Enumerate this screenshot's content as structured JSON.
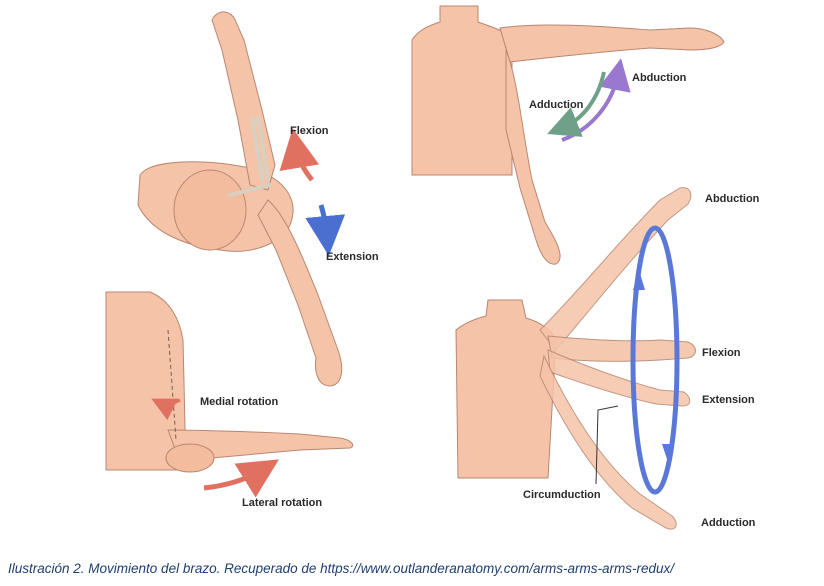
{
  "figure": {
    "panel_flexion_extension": {
      "flexion_label": "Flexion",
      "extension_label": "Extension",
      "flexion_arrow_color": "#e07060",
      "extension_arrow_color": "#4a6fd0"
    },
    "panel_abduction_adduction": {
      "abduction_label": "Abduction",
      "adduction_label": "Adduction",
      "abduction_arrow_color": "#9a78d0",
      "adduction_arrow_color": "#6fa08a"
    },
    "panel_rotation": {
      "medial_label": "Medial rotation",
      "lateral_label": "Lateral rotation",
      "arrow_color": "#e07060"
    },
    "panel_circumduction": {
      "abduction_label": "Abduction",
      "flexion_label": "Flexion",
      "extension_label": "Extension",
      "circumduction_label": "Circumduction",
      "adduction_label": "Adduction",
      "ring_color": "#5a78d8"
    },
    "skin_color": "#f5c4a8",
    "outline_color": "#b98670"
  },
  "caption": "Ilustración 2. Movimiento del brazo. Recuperado de https://www.outlanderanatomy.com/arms-arms-arms-redux/"
}
